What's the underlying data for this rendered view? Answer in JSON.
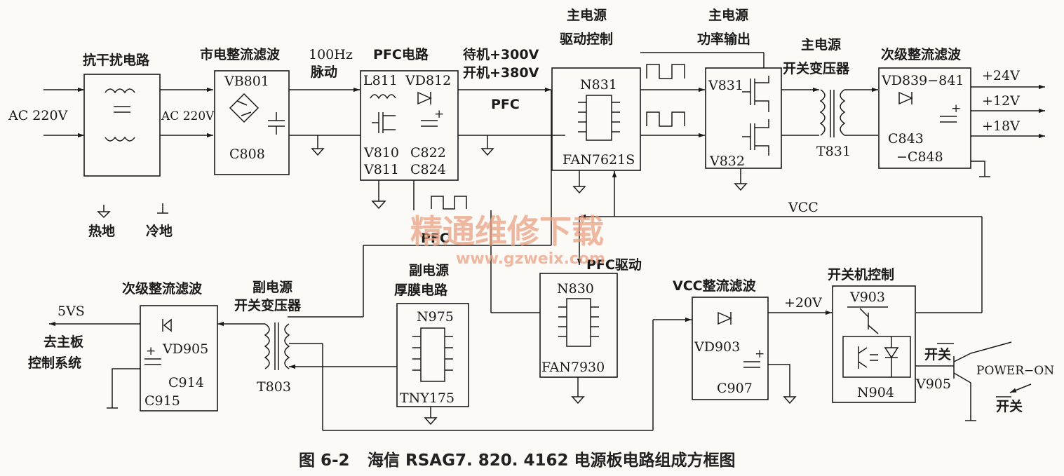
{
  "blocks": {
    "anti_interference": {
      "title": "抗干扰电路"
    },
    "mains_rectifier": {
      "title": "市电整流滤波",
      "bridge": "VB801",
      "cap": "C808"
    },
    "pfc": {
      "title": "PFC电路",
      "inductor": "L811",
      "diode": "VD812",
      "mosfet1": "V810",
      "mosfet2": "V811",
      "cap1": "C822",
      "cap2": "C824"
    },
    "main_drive": {
      "title_line1": "主电源",
      "title_line2": "驱动控制",
      "chip": "N831",
      "chip_model": "FAN7621S"
    },
    "main_power_out": {
      "title_line1": "主电源",
      "title_line2": "功率输出",
      "mosfet1": "V831",
      "mosfet2": "V832"
    },
    "main_transformer": {
      "title_line1": "主电源",
      "title_line2": "开关变压器",
      "ref": "T831"
    },
    "main_secondary": {
      "title": "次级整流滤波",
      "diode": "VD839−841",
      "cap1": "C843",
      "cap2": "−C848"
    },
    "pfc_drive": {
      "title": "PFC驱动",
      "chip": "N830",
      "chip_model": "FAN7930"
    },
    "aux_module": {
      "title_line1": "副电源",
      "title_line2": "厚膜电路",
      "chip": "N975",
      "chip_model": "TNY175"
    },
    "aux_transformer": {
      "title_line1": "副电源",
      "title_line2": "开关变压器",
      "ref": "T803"
    },
    "aux_secondary": {
      "title": "次级整流滤波",
      "diode": "VD905",
      "cap1": "C914",
      "cap2": "C915"
    },
    "vcc_rectifier": {
      "title": "VCC整流滤波",
      "diode": "VD903",
      "cap": "C907"
    },
    "power_switch": {
      "title": "开关机控制",
      "transistor": "V903",
      "optocoupler": "N904"
    }
  },
  "signals": {
    "ac_in": "AC 220V",
    "ac_mid": "AC 220V",
    "pulse_1": "100Hz",
    "pulse_2": "脉动",
    "standby": "待机+300V",
    "on": "开机+380V",
    "pfc_out": "PFC",
    "pfc_wave": "PFC",
    "vcc": "VCC",
    "v20": "+20V",
    "out_24": "+24V",
    "out_12": "+12V",
    "out_18": "+18V",
    "v5vs": "5VS",
    "to_main_1": "去主板",
    "to_main_2": "控制系统",
    "v905": "V905",
    "power_on": "POWER−ON",
    "switch_1": "开关",
    "switch_2": "开关"
  },
  "legend": {
    "hot_ground": "热地",
    "cold_ground": "冷地"
  },
  "watermark": {
    "main": "精通维修下载",
    "url": "www.gzweix.com"
  },
  "caption": {
    "figure": "图 6-2",
    "text": "海信 RSAG7. 820. 4162 电源板电路组成方框图"
  }
}
